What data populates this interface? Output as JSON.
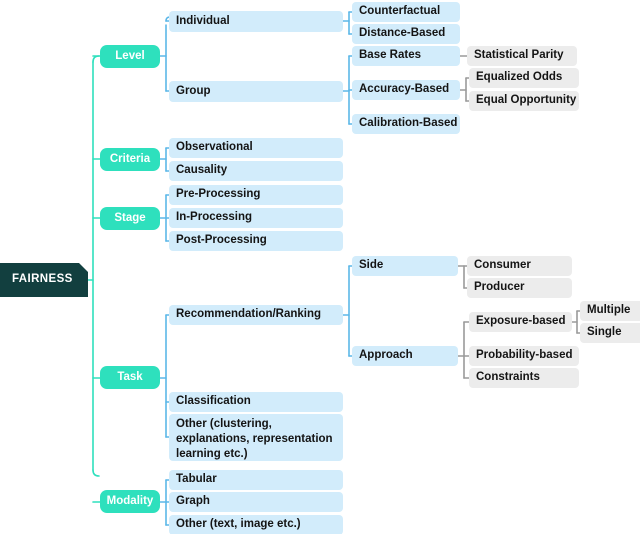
{
  "diagram": {
    "type": "mind-map",
    "title": "FAIRNESS taxonomy mind map",
    "colors": {
      "root_bg": "#123f3f",
      "root_text": "#ffffff",
      "level1_bg": "#2ee0bd",
      "level1_text": "#ffffff",
      "branch_bg": "#d2ecfb",
      "leaf_bg": "#ececec",
      "text": "#141414",
      "edge_root": "#2ee0bd",
      "edge_branch": "#5bb7e8",
      "edge_leaf": "#9a9a9a",
      "canvas": "#ffffff"
    },
    "root": {
      "label": "FAIRNESS"
    },
    "branches": [
      {
        "label": "Level",
        "children": [
          {
            "label": "Individual",
            "children": [
              {
                "label": "Counterfactual"
              },
              {
                "label": "Distance-Based"
              }
            ]
          },
          {
            "label": "Group",
            "children": [
              {
                "label": "Base Rates",
                "children": [
                  {
                    "label": "Statistical Parity"
                  }
                ]
              },
              {
                "label": "Accuracy-Based",
                "children": [
                  {
                    "label": "Equalized Odds"
                  },
                  {
                    "label": "Equal Opportunity"
                  }
                ]
              },
              {
                "label": "Calibration-Based"
              }
            ]
          }
        ]
      },
      {
        "label": "Criteria",
        "children": [
          {
            "label": "Observational"
          },
          {
            "label": "Causality"
          }
        ]
      },
      {
        "label": "Stage",
        "children": [
          {
            "label": "Pre-Processing"
          },
          {
            "label": "In-Processing"
          },
          {
            "label": "Post-Processing"
          }
        ]
      },
      {
        "label": "Task",
        "children": [
          {
            "label": "Recommendation/Ranking",
            "children": [
              {
                "label": "Side",
                "children": [
                  {
                    "label": "Consumer"
                  },
                  {
                    "label": "Producer"
                  }
                ]
              },
              {
                "label": "Approach",
                "children": [
                  {
                    "label": "Exposure-based",
                    "children": [
                      {
                        "label": "Multiple"
                      },
                      {
                        "label": "Single"
                      }
                    ]
                  },
                  {
                    "label": "Probability-based"
                  },
                  {
                    "label": "Constraints"
                  }
                ]
              }
            ]
          },
          {
            "label": "Classification"
          },
          {
            "label": "Other (clustering, explanations, representation learning etc.)"
          }
        ]
      },
      {
        "label": "Modality",
        "children": [
          {
            "label": "Tabular"
          },
          {
            "label": "Graph"
          },
          {
            "label": "Other (text, image etc.)"
          }
        ]
      }
    ]
  }
}
